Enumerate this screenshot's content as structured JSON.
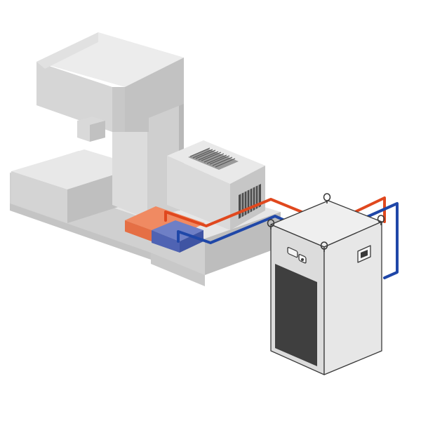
{
  "diagram": {
    "title": "",
    "components": [
      {
        "id": "machine-tool",
        "label": ""
      },
      {
        "id": "electrical-cabinet",
        "label": ""
      },
      {
        "id": "heat-source-block",
        "label": ""
      },
      {
        "id": "chiller-unit",
        "label": ""
      }
    ],
    "lines": [
      {
        "id": "hot-return-line",
        "role": "hot",
        "color": "#E0481E"
      },
      {
        "id": "cold-supply-line",
        "role": "cold",
        "color": "#1F47A8"
      }
    ]
  },
  "colors": {
    "hot": "#E0481E",
    "cold": "#1F47A8",
    "hot_block_top": "#F08A62",
    "hot_block_side": "#E56F45",
    "cold_block_top": "#6E7FC6",
    "cold_block_side": "#4F63B3",
    "body_light": "#E3E3E3",
    "body_mid": "#D2D2D2",
    "body_dark": "#BDBDBD",
    "outline": "#3A3A3A",
    "panel_dark": "#3F3F3F"
  },
  "icons": [
    "lifting-eye-icon",
    "grille-icon",
    "vent-slot-icon",
    "switch-icon"
  ]
}
